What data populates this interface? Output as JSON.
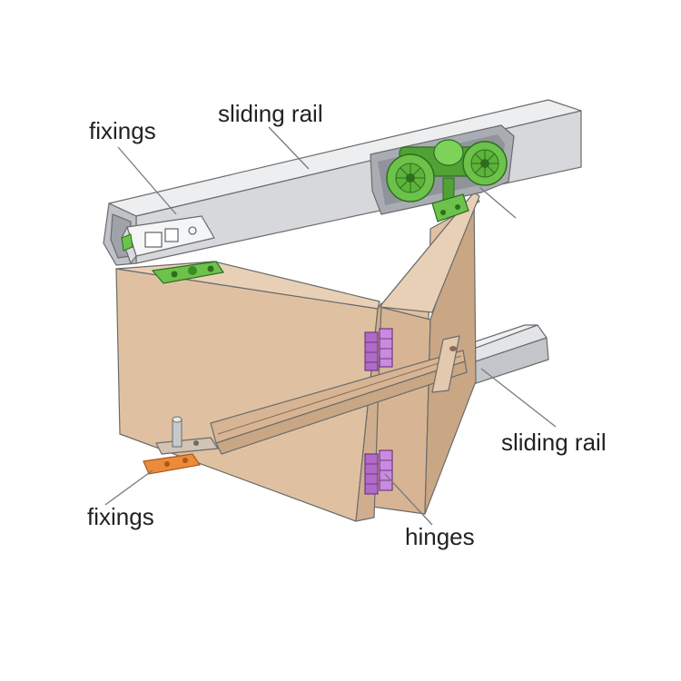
{
  "labels": {
    "fixings_top": "fixings",
    "sliding_rail_top": "sliding rail",
    "sliding_rail_bottom": "sliding rail",
    "fixings_bottom": "fixings",
    "hinges": "hinges"
  },
  "colors": {
    "wood_front": "#dfc1a2",
    "wood_top": "#e8d0b6",
    "wood_side": "#c9a785",
    "rail_metal": "#d6d8dc",
    "rail_dark": "#a9adb3",
    "roller_green": "#6cc24a",
    "hinge_purple": "#b06ac9",
    "fixing_orange": "#ec8b3a"
  }
}
